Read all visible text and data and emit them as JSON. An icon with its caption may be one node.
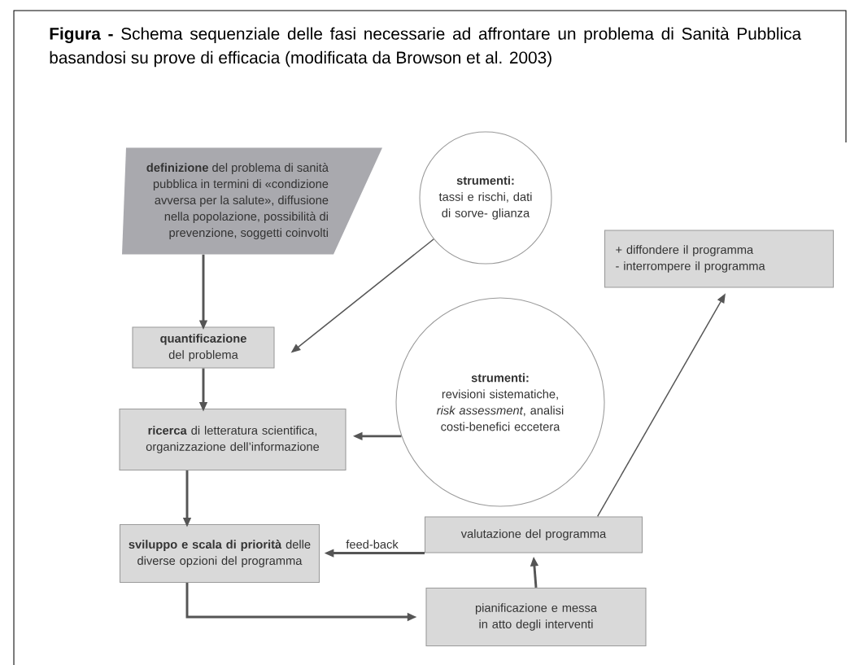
{
  "diagram": {
    "title": "**Figura -** Schema sequenziale delle fasi necessarie ad affrontare un problema di Sanità Pubblica basandosi su prove di efficacia (modificata da Browson et al. 2003)",
    "nodes": [
      {
        "text": [
          "**definizione** del problema di sanità pubblica in termini di «condizione avversa per la salute», diffusione nella popolazione, possibilità di prevenzione, soggetti coinvolti"
        ]
      },
      {
        "text": [
          "strumenti:",
          "tassi e rischi, dati di sorve- glianza"
        ]
      },
      {
        "text": [
          "**quantificazione** del problema"
        ]
      },
      {
        "text": [
          "strumenti:",
          "revisioni sistematiche, *risk assessment*, analisi costi-benefici eccetera"
        ]
      },
      {
        "text": [
          "**ricerca** di letteratura scientifica, organizzazione dell’informazione"
        ]
      },
      {
        "text": [
          "+ diffondere il programma",
          "- interrompere il programma"
        ]
      },
      {
        "text": [
          "**sviluppo e scala di priorità** delle diverse opzioni del programma"
        ]
      },
      {
        "text": [
          "valutazione del programma"
        ]
      },
      {
        "text": [
          "pianificazione e messa in atto degli interventi"
        ]
      }
    ],
    "edges": [
      {
        "from": 0,
        "to": 2,
        "arrow": "to"
      },
      {
        "from": 1,
        "to": 2,
        "arrow": "to"
      },
      {
        "from": 2,
        "to": 4,
        "arrow": "to"
      },
      {
        "from": 3,
        "to": 4,
        "arrow": "to"
      },
      {
        "from": 4,
        "to": 6,
        "arrow": "to"
      },
      {
        "from": 7,
        "to": 6,
        "arrow": "to",
        "label": "feed-back"
      },
      {
        "from": 6,
        "to": 8,
        "arrow": "to"
      },
      {
        "from": 8,
        "to": 7,
        "arrow": "to"
      },
      {
        "from": 7,
        "to": 5,
        "arrow": "to"
      }
    ]
  }
}
